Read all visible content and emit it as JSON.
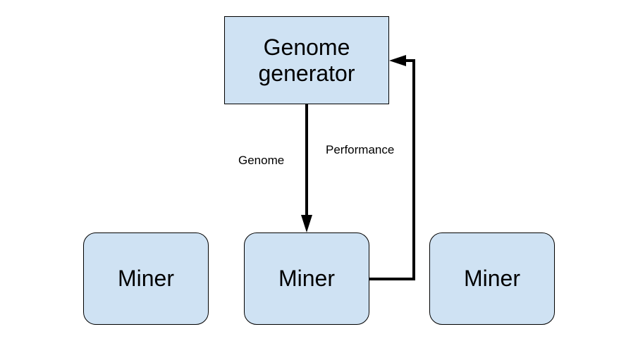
{
  "nodes": {
    "generator": {
      "label": "Genome\ngenerator"
    },
    "miners": [
      {
        "label": "Miner"
      },
      {
        "label": "Miner"
      },
      {
        "label": "Miner"
      }
    ]
  },
  "edges": {
    "genome": {
      "label": "Genome"
    },
    "performance": {
      "label": "Performance"
    }
  },
  "colors": {
    "node_fill": "#cfe2f3",
    "stroke": "#000000",
    "background": "#ffffff"
  }
}
